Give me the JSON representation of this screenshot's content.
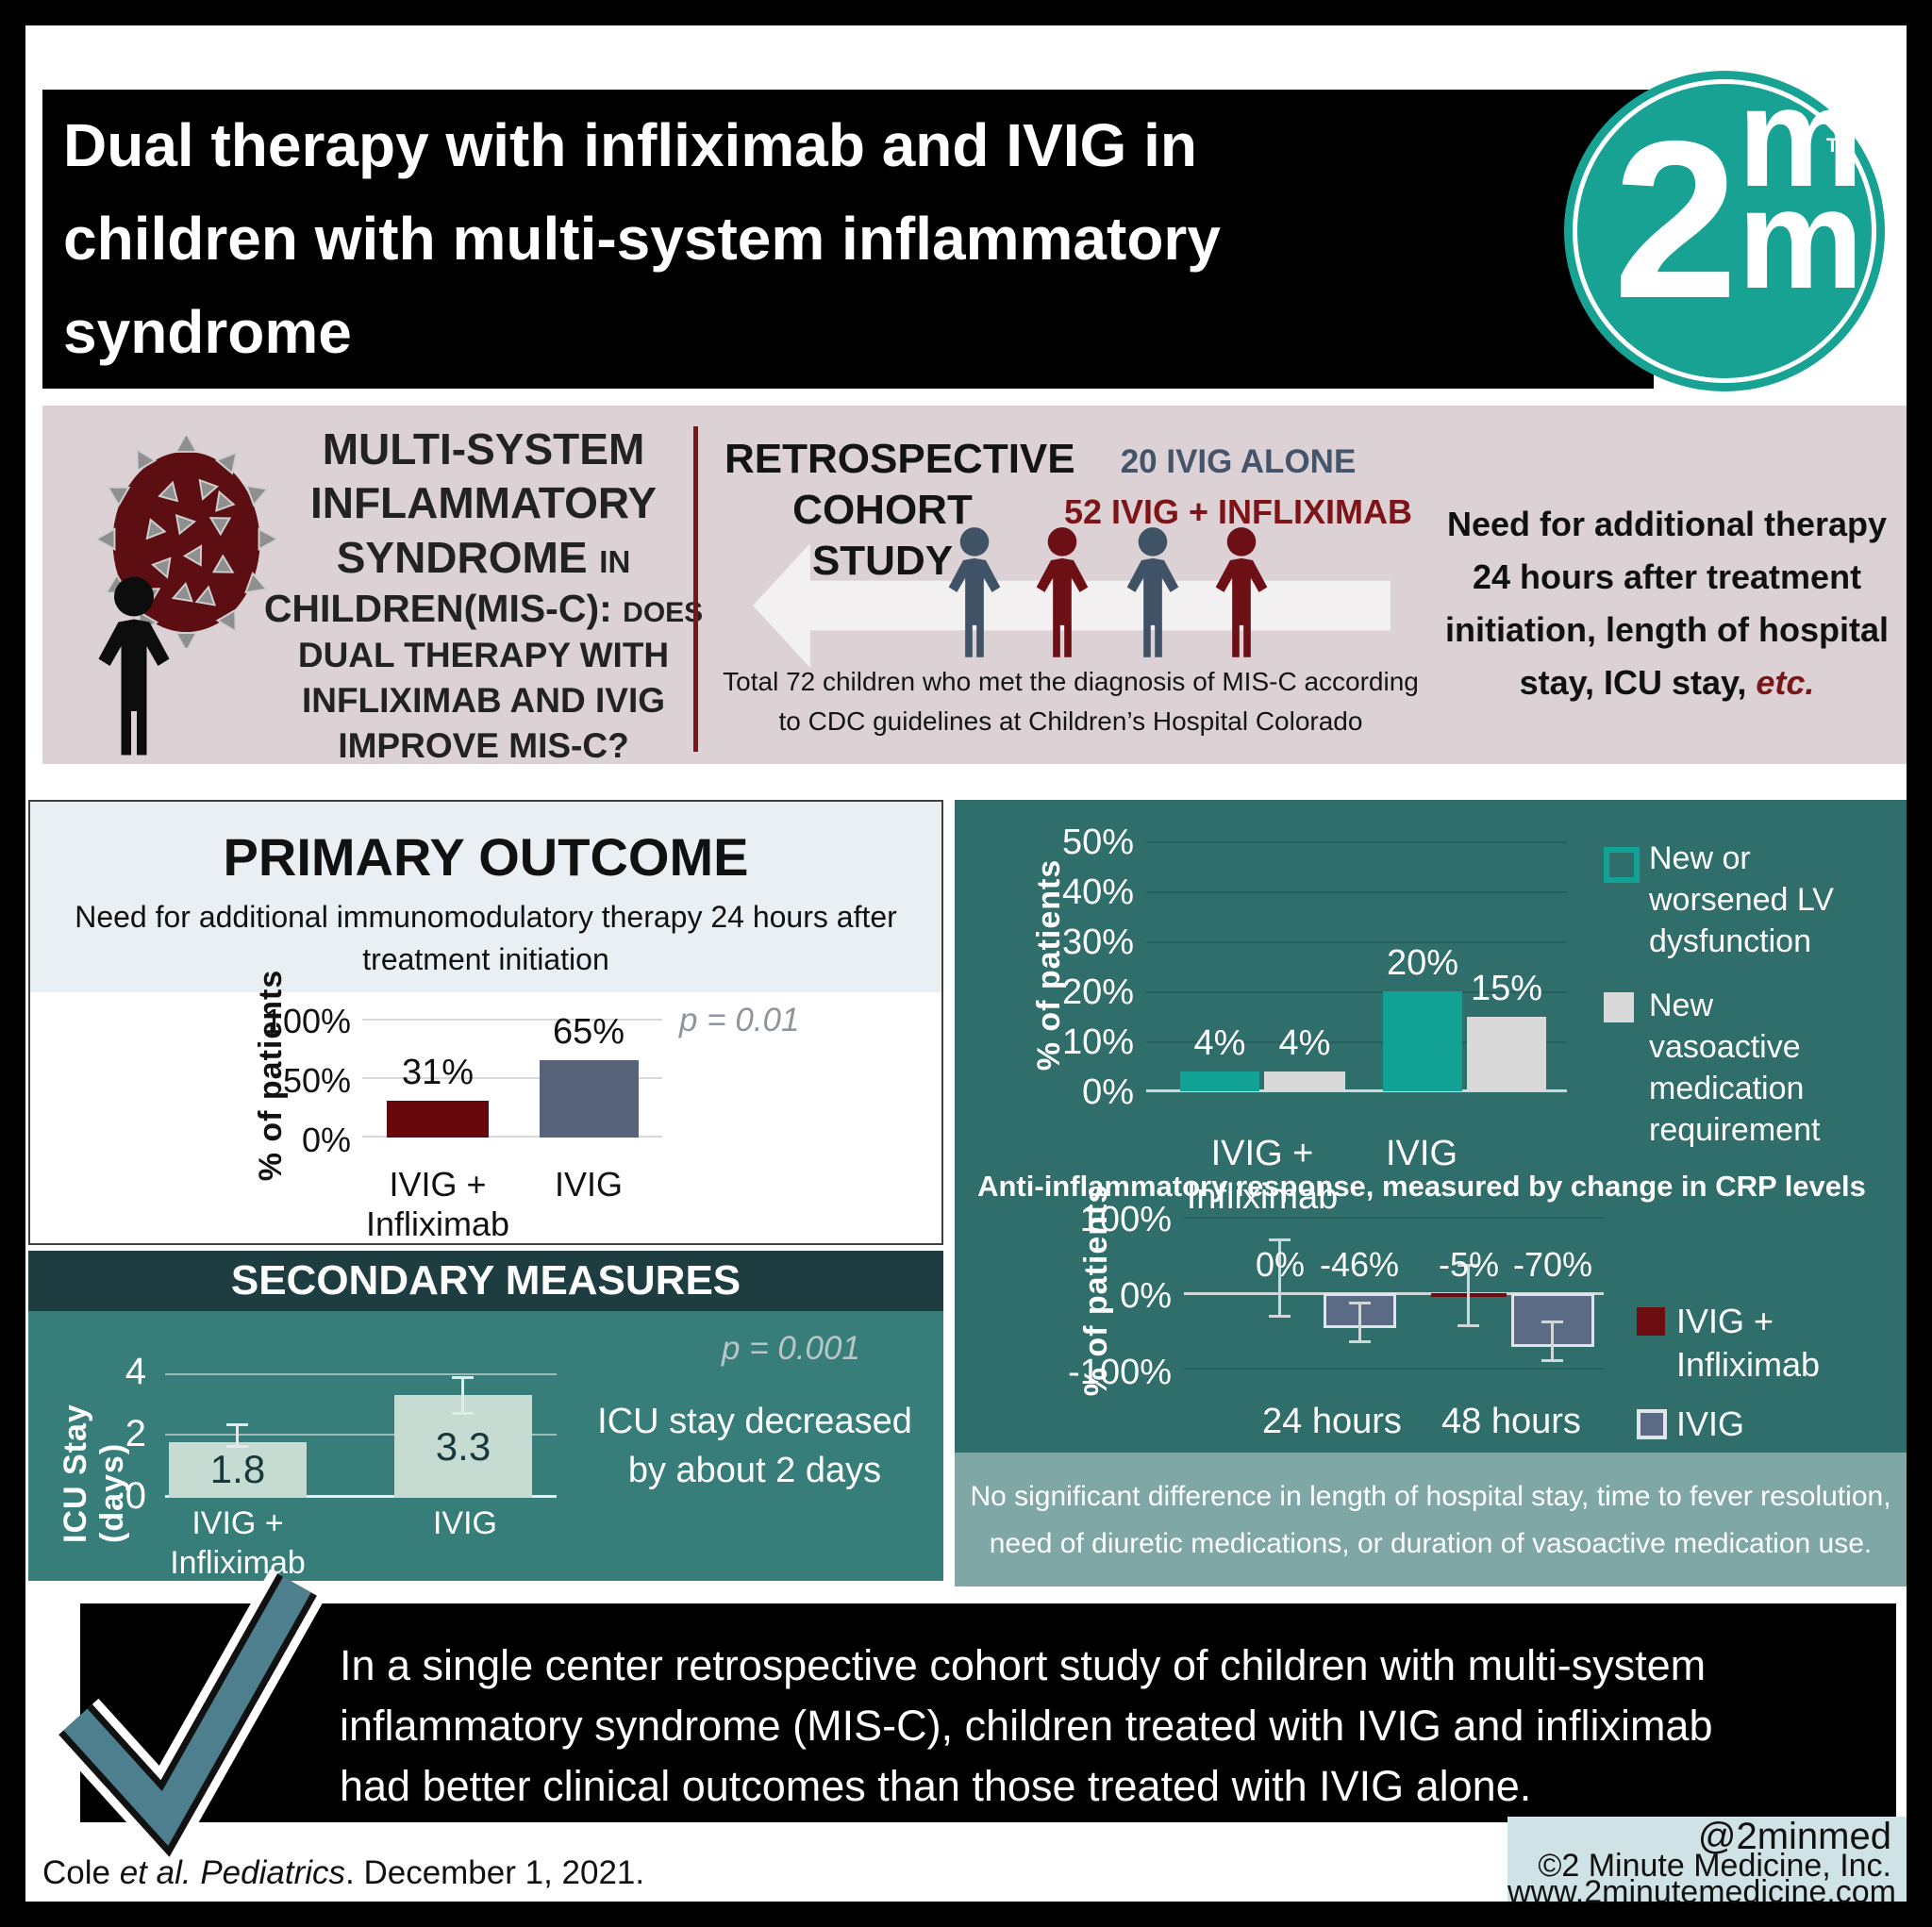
{
  "header": {
    "title_lines": [
      "Dual therapy with infliximab and IVIG in",
      "children with multi-system inflammatory",
      "syndrome"
    ],
    "logo": {
      "two": "2",
      "m1": "m",
      "m2": "m",
      "tm": "TM"
    }
  },
  "colors": {
    "brand_teal": "#17a294",
    "panel_teal": "#2f6e6a",
    "secondary_teal": "#377d7a",
    "maroon": "#6d1016",
    "slate": "#44546a",
    "band_pink": "#dcd2d5",
    "note_strip": "#7fa7a6",
    "checkmark": "#4d7f8e"
  },
  "intro": {
    "question": {
      "l1": "MULTI-SYSTEM",
      "l2": "INFLAMMATORY",
      "l3a": "SYNDROME",
      "l3b": "IN",
      "l4a": "CHILDREN(MIS-C):",
      "l4b": "DOES",
      "l5": "DUAL THERAPY WITH",
      "l6": "INFLIXIMAB AND IVIG",
      "l7": "IMPROVE MIS-C?"
    },
    "study_line1": "RETROSPECTIVE",
    "study_line2": "COHORT STUDY",
    "group_ivig": "20 IVIG ALONE",
    "group_dual": "52 IVIG + INFLIXIMAB",
    "total_line1": "Total 72 children who met the diagnosis of MIS-C according",
    "total_line2": "to CDC guidelines at Children’s Hospital Colorado",
    "need_l1": "Need for additional therapy",
    "need_l2": "24 hours after treatment",
    "need_l3": "initiation, length of hospital",
    "need_l4a": "stay, ICU stay, ",
    "need_l4b": "etc."
  },
  "secondary_title": "SECONDARY MEASURES",
  "chart_data": {
    "primary_outcome": {
      "type": "bar",
      "title": "PRIMARY OUTCOME",
      "subtitle_lines": [
        "Need for additional immunomodulatory therapy 24 hours after",
        "treatment initiation"
      ],
      "categories": [
        "IVIG + Infliximab",
        "IVIG"
      ],
      "values": [
        31,
        65
      ],
      "value_labels": [
        "31%",
        "65%"
      ],
      "bar_colors": [
        "#67080d",
        "#566379"
      ],
      "ylabel": "% of patients",
      "yticks": [
        "100%",
        "50%",
        "0%"
      ],
      "ylim": [
        0,
        100
      ],
      "p_value": "p = 0.01"
    },
    "cardiac_outcomes": {
      "type": "grouped_bar",
      "categories": [
        "IVIG + Infliximab",
        "IVIG"
      ],
      "series": [
        {
          "name": "New or worsened LV dysfunction",
          "color": "#11a295",
          "values": [
            4,
            20
          ],
          "value_labels": [
            "4%",
            "20%"
          ]
        },
        {
          "name": "New vasoactive medication requirement",
          "color": "#d9d9d9",
          "values": [
            4,
            15
          ],
          "value_labels": [
            "4%",
            "15%"
          ]
        }
      ],
      "ylabel": "% of patients",
      "yticks": [
        "50%",
        "40%",
        "30%",
        "20%",
        "10%",
        "0%"
      ],
      "ylim": [
        0,
        50
      ]
    },
    "crp_response": {
      "type": "grouped_bar",
      "title": "Anti-inflammatory response, measured by change in CRP levels",
      "categories": [
        "24 hours",
        "48 hours"
      ],
      "series": [
        {
          "name": "IVIG + Infliximab",
          "color": "#6d0d12",
          "values": [
            0,
            -5
          ],
          "value_labels": [
            "0%",
            "-5%"
          ]
        },
        {
          "name": "IVIG",
          "color": "#5c6b85",
          "border": "#dfe5ea",
          "values": [
            -46,
            -70
          ],
          "value_labels": [
            "-46%",
            "-70%"
          ]
        }
      ],
      "ylabel": "% of patients",
      "yticks": [
        "100%",
        "0%",
        "-100%"
      ],
      "ylim": [
        -100,
        100
      ]
    },
    "icu_stay": {
      "type": "bar",
      "categories": [
        "IVIG + Infliximab",
        "IVIG"
      ],
      "values": [
        1.8,
        3.3
      ],
      "value_labels": [
        "1.8",
        "3.3"
      ],
      "bar_color": "#c6dcd2",
      "ylabel": "ICU Stay (days)",
      "yticks": [
        "4",
        "2",
        "0"
      ],
      "ylim": [
        0,
        4
      ],
      "p_value": "p = 0.001",
      "annotation": "ICU stay decreased by about 2 days"
    }
  },
  "right_panel_note_lines": [
    "No significant difference in length of hospital stay, time to fever resolution,",
    "need of diuretic medications, or duration of vasoactive medication use."
  ],
  "summary_lines": [
    "In a single center retrospective cohort study of children with multi-system",
    "inflammatory syndrome (MIS-C), children treated with IVIG and infliximab",
    "had better clinical outcomes than those treated with IVIG alone."
  ],
  "footer": {
    "handle": "@2minmed",
    "copyright": "©2 Minute Medicine, Inc.",
    "url": "www.2minutemedicine.com"
  },
  "citation": {
    "pre": "Cole ",
    "etal": "et al. ",
    "journal": "Pediatrics",
    "rest": ". December 1, 2021."
  }
}
